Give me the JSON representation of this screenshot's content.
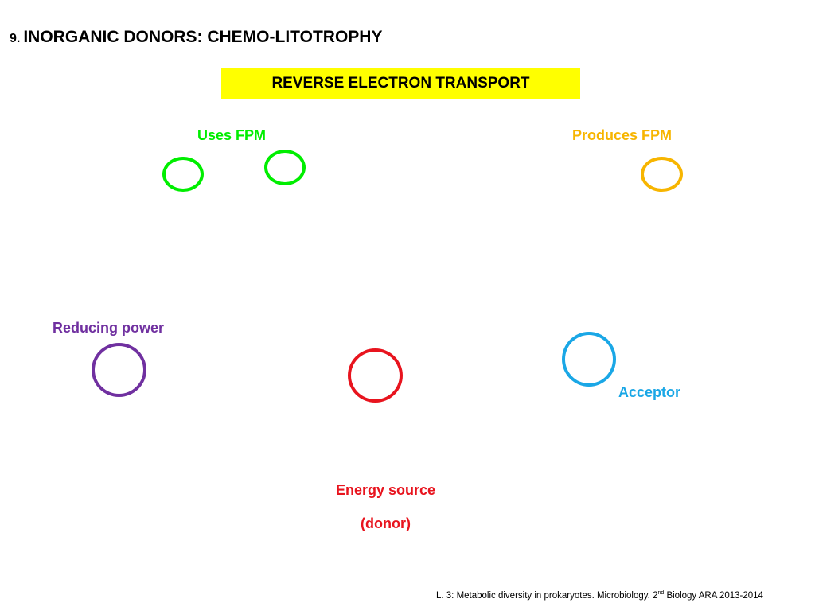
{
  "title": {
    "number": "9.",
    "text": "INORGANIC DONORS: CHEMO-LITOTROPHY"
  },
  "banner": {
    "text": "REVERSE ELECTRON TRANSPORT"
  },
  "labels": {
    "uses_fpm": "Uses FPM",
    "produces_fpm": "Produces FPM",
    "reducing_power": "Reducing power",
    "acceptor": "Acceptor",
    "energy_source": "Energy source",
    "donor": "(donor)"
  },
  "colors": {
    "green": "#00ee00",
    "orange": "#f7b500",
    "purple": "#7030a0",
    "red": "#e8141e",
    "blue": "#1aa7e6",
    "yellow": "#ffff00"
  },
  "footer": {
    "prefix": "L. 3: Metabolic diversity in prokaryotes.  Microbiology. 2",
    "sup": "nd",
    "suffix": " Biology ARA  2013-2014"
  }
}
